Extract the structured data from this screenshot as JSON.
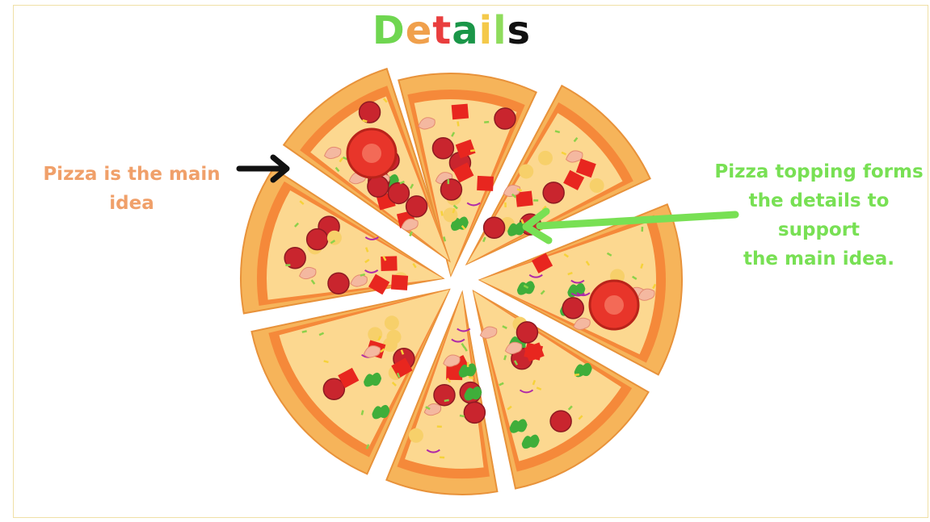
{
  "title": {
    "letters": [
      {
        "char": "D",
        "color": "#6fd650"
      },
      {
        "char": "e",
        "color": "#f0a04c"
      },
      {
        "char": "t",
        "color": "#e93e3e"
      },
      {
        "char": "a",
        "color": "#1a9648"
      },
      {
        "char": "i",
        "color": "#f4c94a"
      },
      {
        "char": "l",
        "color": "#8fdc5c"
      },
      {
        "char": "s",
        "color": "#111111"
      }
    ]
  },
  "left_label": {
    "lines": [
      "Pizza is the main",
      "idea"
    ],
    "color": "#f0a06a"
  },
  "right_label": {
    "lines": [
      "Pizza topping forms",
      "the details to",
      "support",
      "the main idea."
    ],
    "color": "#78e054"
  },
  "colors": {
    "crust": "#f6b45a",
    "crust_edge": "#e8923a",
    "sauce": "#f5893a",
    "cheese": "#fde6a0",
    "tomato": "#e8352a",
    "sausage": "#c9252e",
    "pepper_red": "#e8261f",
    "basil": "#3fae3a",
    "shrimp": "#f4b8a0",
    "onion": "#b02aa8",
    "left_arrow": "#111111",
    "right_arrow": "#78e054"
  },
  "icons": {
    "left_arrow": "arrow-right-icon",
    "right_arrow": "arrow-left-icon",
    "pizza": "pizza-illustration"
  }
}
